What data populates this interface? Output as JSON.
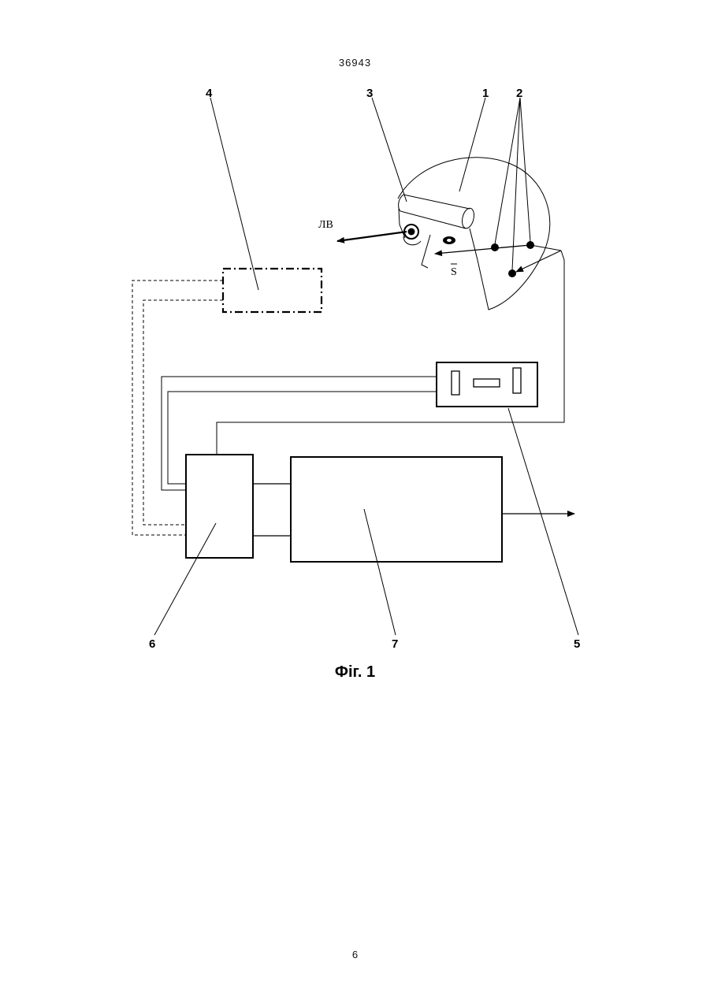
{
  "document": {
    "header_number": "36943",
    "page_number": "6"
  },
  "figure": {
    "caption": "Фіг. 1",
    "callouts": {
      "c1": "1",
      "c2": "2",
      "c3": "3",
      "c4": "4",
      "c5": "5",
      "c6": "6",
      "c7": "7"
    },
    "annotations": {
      "gaze_label": "ЛВ",
      "vector_label": "S"
    }
  }
}
